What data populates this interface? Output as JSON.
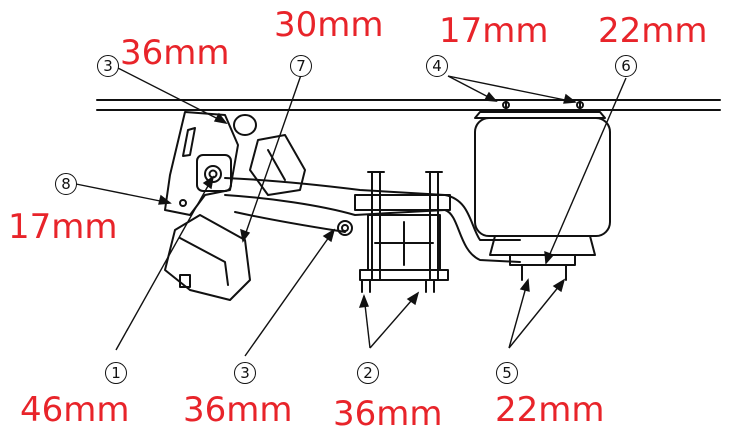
{
  "callouts": {
    "c1": "1",
    "c2": "2",
    "c3_top": "3",
    "c3_bottom": "3",
    "c4": "4",
    "c5": "5",
    "c6": "6",
    "c7": "7",
    "c8": "8"
  },
  "sizes": {
    "s_top_left": "36mm",
    "s_top_center": "30mm",
    "s_top_17": "17mm",
    "s_top_22": "22mm",
    "s_left_17": "17mm",
    "s_bottom_1": "46mm",
    "s_bottom_3": "36mm",
    "s_bottom_2": "36mm",
    "s_bottom_5": "22mm"
  },
  "colors": {
    "label_red": "#e8242a",
    "line": "#111111"
  }
}
